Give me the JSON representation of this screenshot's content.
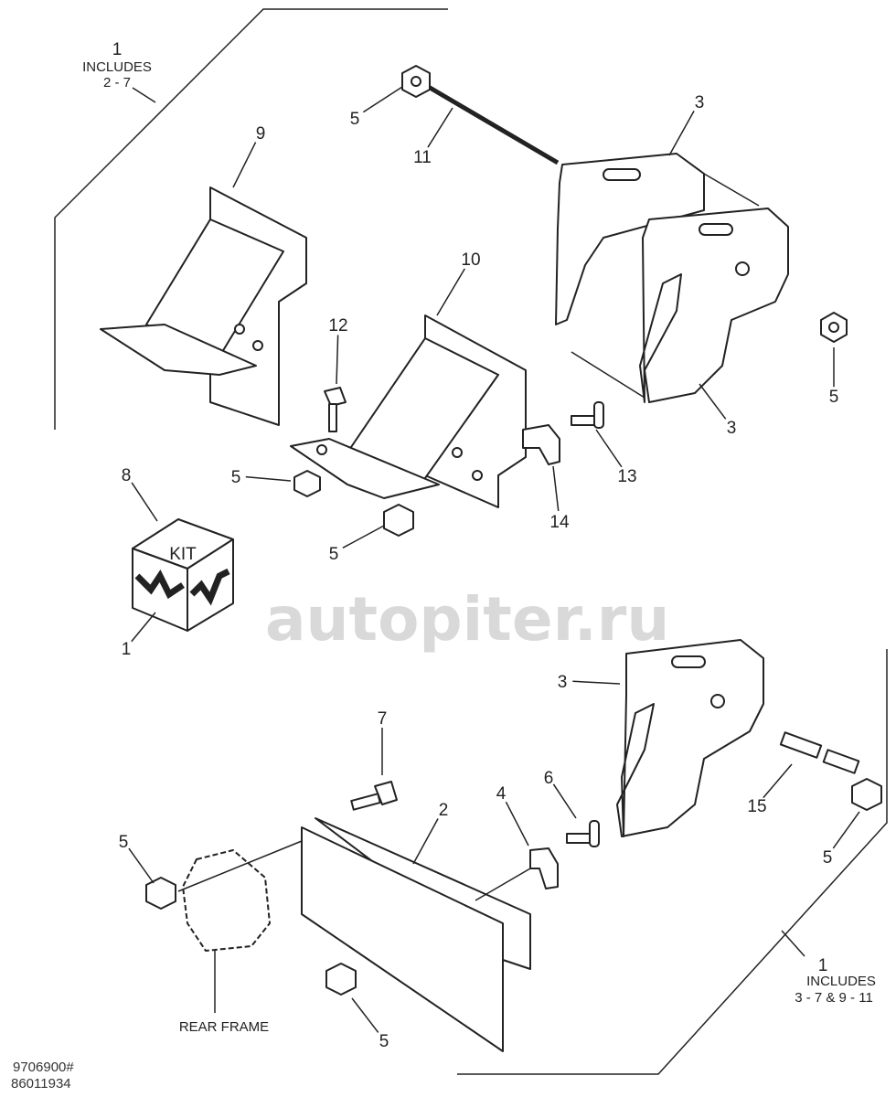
{
  "diagram": {
    "callouts": [
      "5",
      "11",
      "3",
      "9",
      "10",
      "12",
      "5",
      "3",
      "13",
      "5",
      "14",
      "8",
      "5",
      "1",
      "3",
      "7",
      "2",
      "4",
      "6",
      "15",
      "5",
      "5",
      "5"
    ],
    "group_top": {
      "number": "1",
      "includes_label": "INCLUDES",
      "range": "2 - 7"
    },
    "group_bottom": {
      "number": "1",
      "includes_label": "INCLUDES",
      "range": "3 - 7 & 9 - 11"
    },
    "kit_label": "KIT",
    "rear_frame_label": "REAR FRAME",
    "watermark": "autopiter.ru",
    "codes": [
      "9706900#",
      "86011934"
    ]
  }
}
